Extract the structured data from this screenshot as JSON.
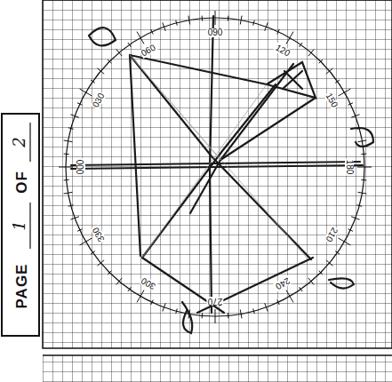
{
  "diagram": {
    "labels": [
      "PAGE",
      "1",
      "OF",
      "2",
      "090",
      "060",
      "030",
      "000",
      "330",
      "300",
      "270",
      "240",
      "210",
      "180",
      "150",
      "120"
    ]
  }
}
